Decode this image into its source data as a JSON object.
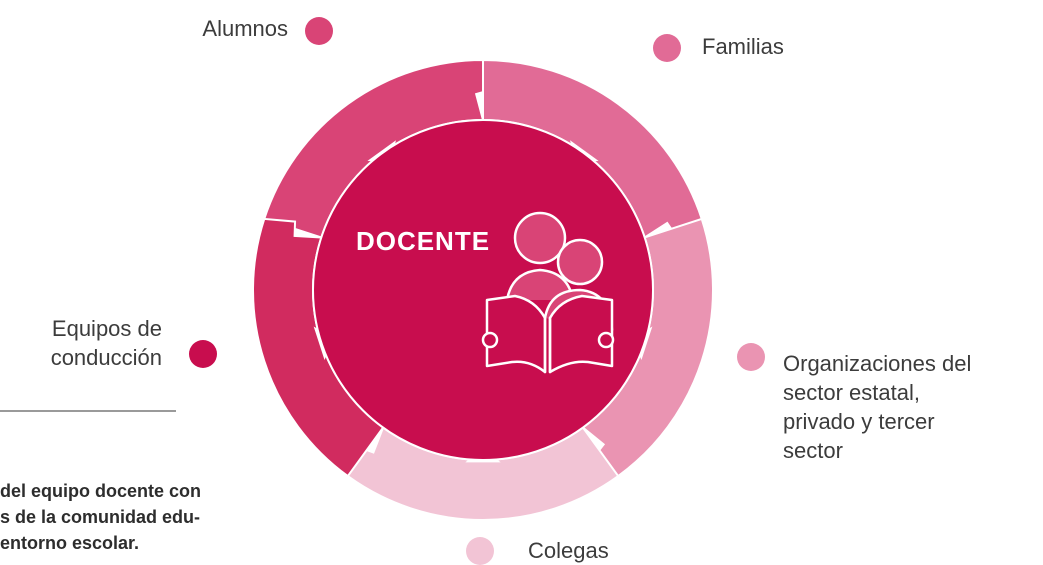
{
  "center": {
    "title": "DOCENTE"
  },
  "segments": [
    {
      "label": "Alumnos",
      "color": "#d94476"
    },
    {
      "label": "Familias",
      "color": "#e16b96"
    },
    {
      "label": "Organizaciones del sector estatal, privado y tercer sector",
      "color": "#ea94b2"
    },
    {
      "label": "Colegas",
      "color": "#f2c4d5"
    },
    {
      "label": "Equipos de conducción",
      "color": "#d12b5f"
    }
  ],
  "labels": {
    "alumnos": "Alumnos",
    "familias": "Familias",
    "organizaciones": [
      "Organizaciones del",
      "sector estatal,",
      "privado y tercer",
      "sector"
    ],
    "colegas": "Colegas",
    "equipos": [
      "Equipos de",
      "conducción"
    ]
  },
  "caption": [
    "del equipo docente con",
    "s de la comunidad edu-",
    "entorno escolar."
  ],
  "colors": {
    "center": "#c80d4e",
    "dot_colegas": "#f2c4d5",
    "dot_organizaciones": "#ea94b2",
    "dot_familias": "#e16b96",
    "dot_alumnos": "#d94476",
    "dot_equipos": "#c80d4e"
  },
  "icons": [
    "reader-people-icon"
  ]
}
